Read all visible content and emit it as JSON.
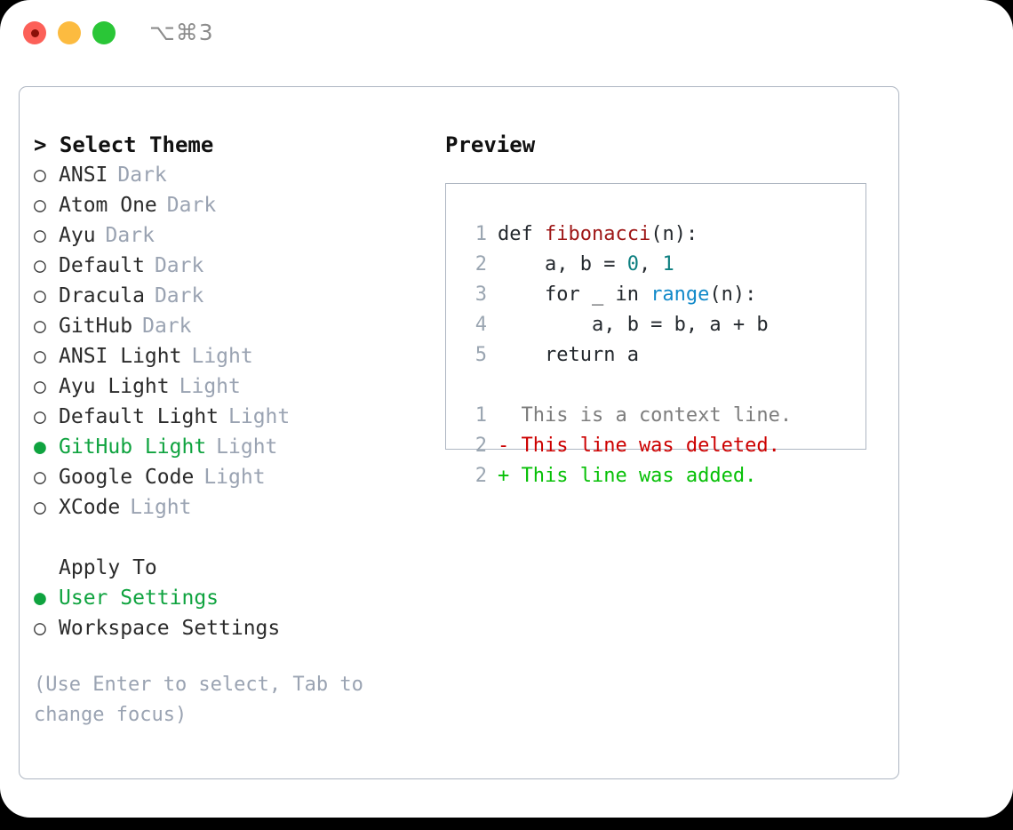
{
  "titlebar": {
    "shortcut": "⌥⌘3",
    "buttons": [
      "close",
      "minimize",
      "zoom"
    ]
  },
  "left": {
    "heading": "> Select Theme",
    "heading_caret": ">",
    "heading_text": "Select Theme",
    "themes": [
      {
        "name": "ANSI",
        "tag": "Dark",
        "selected": false,
        "bullet": "○"
      },
      {
        "name": "Atom One",
        "tag": "Dark",
        "selected": false,
        "bullet": "○"
      },
      {
        "name": "Ayu",
        "tag": "Dark",
        "selected": false,
        "bullet": "○"
      },
      {
        "name": "Default",
        "tag": "Dark",
        "selected": false,
        "bullet": "○"
      },
      {
        "name": "Dracula",
        "tag": "Dark",
        "selected": false,
        "bullet": "○"
      },
      {
        "name": "GitHub",
        "tag": "Dark",
        "selected": false,
        "bullet": "○"
      },
      {
        "name": "ANSI Light",
        "tag": "Light",
        "selected": false,
        "bullet": "○"
      },
      {
        "name": "Ayu Light",
        "tag": "Light",
        "selected": false,
        "bullet": "○"
      },
      {
        "name": "Default Light",
        "tag": "Light",
        "selected": false,
        "bullet": "○"
      },
      {
        "name": "GitHub Light",
        "tag": "Light",
        "selected": true,
        "bullet": "●"
      },
      {
        "name": "Google Code",
        "tag": "Light",
        "selected": false,
        "bullet": "○"
      },
      {
        "name": "XCode",
        "tag": "Light",
        "selected": false,
        "bullet": "○"
      }
    ],
    "apply_to": {
      "title": "Apply To",
      "options": [
        {
          "name": "User Settings",
          "selected": true,
          "bullet": "●"
        },
        {
          "name": "Workspace Settings",
          "selected": false,
          "bullet": "○"
        }
      ]
    },
    "hint": "(Use Enter to select, Tab to change focus)"
  },
  "right": {
    "title": "Preview",
    "code_lines": [
      {
        "no": "1",
        "tokens": [
          {
            "t": "def ",
            "k": "plain"
          },
          {
            "t": "fibonacci",
            "k": "fn"
          },
          {
            "t": "(n):",
            "k": "plain"
          }
        ]
      },
      {
        "no": "2",
        "tokens": [
          {
            "t": "    a, b = ",
            "k": "plain"
          },
          {
            "t": "0",
            "k": "num"
          },
          {
            "t": ", ",
            "k": "plain"
          },
          {
            "t": "1",
            "k": "num"
          }
        ]
      },
      {
        "no": "3",
        "tokens": [
          {
            "t": "    for _ in ",
            "k": "plain"
          },
          {
            "t": "range",
            "k": "bi"
          },
          {
            "t": "(n):",
            "k": "plain"
          }
        ]
      },
      {
        "no": "4",
        "tokens": [
          {
            "t": "        a, b = b, a + b",
            "k": "plain"
          }
        ]
      },
      {
        "no": "5",
        "tokens": [
          {
            "t": "    return a",
            "k": "plain"
          }
        ]
      }
    ],
    "diff_lines": [
      {
        "no": "1",
        "marker": " ",
        "text": "  This is a context line.",
        "kind": "context"
      },
      {
        "no": "2",
        "marker": "-",
        "text": "- This line was deleted.",
        "kind": "deleted"
      },
      {
        "no": "2",
        "marker": "+",
        "text": "+ This line was added.",
        "kind": "added"
      }
    ]
  },
  "colors": {
    "accent_green": "#0fa33f",
    "muted": "#9aa3b2",
    "border": "#aeb6c2",
    "diff_deleted": "#cc0000",
    "diff_added": "#07c007",
    "code_function": "#9e1616",
    "code_number": "#0d7f80",
    "code_builtin": "#1189c9"
  }
}
